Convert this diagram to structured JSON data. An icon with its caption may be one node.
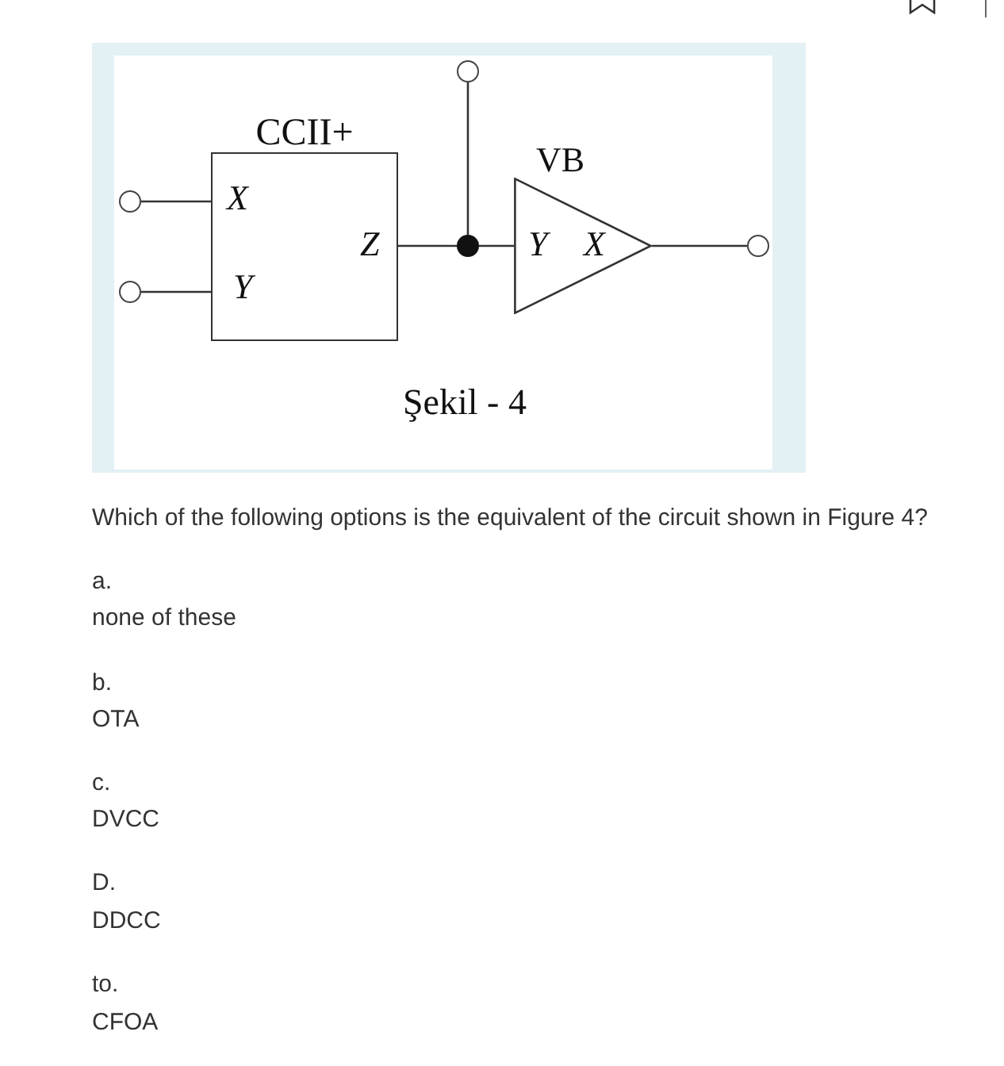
{
  "diagram": {
    "caption": "Şekil - 4",
    "nodes": [
      {
        "text": [
          "CCII+",
          "X",
          "Y",
          "Z"
        ]
      },
      {
        "text": [
          "VB",
          "Y",
          "X"
        ]
      },
      {
        "text": [],
        "shape": "circle"
      },
      {
        "text": [],
        "shape": "circle"
      },
      {
        "text": [],
        "shape": "circle"
      },
      {
        "text": [],
        "shape": "dot"
      },
      {
        "text": [],
        "shape": "circle"
      }
    ],
    "edges": [
      {
        "from": 2,
        "to": 0,
        "arrow": "none"
      },
      {
        "from": 3,
        "to": 0,
        "arrow": "none"
      },
      {
        "from": 0,
        "to": 5,
        "arrow": "none"
      },
      {
        "from": 4,
        "to": 5,
        "arrow": "none"
      },
      {
        "from": 5,
        "to": 1,
        "arrow": "none"
      },
      {
        "from": 1,
        "to": 6,
        "arrow": "none"
      }
    ],
    "labels": [
      "Which of the following options is the equivalent of the circuit shown in Figure 4?",
      "a.",
      "none of these",
      "b.",
      "OTA",
      "c.",
      "DVCC",
      "D.",
      "DDCC",
      "to.",
      "CFOA"
    ]
  }
}
